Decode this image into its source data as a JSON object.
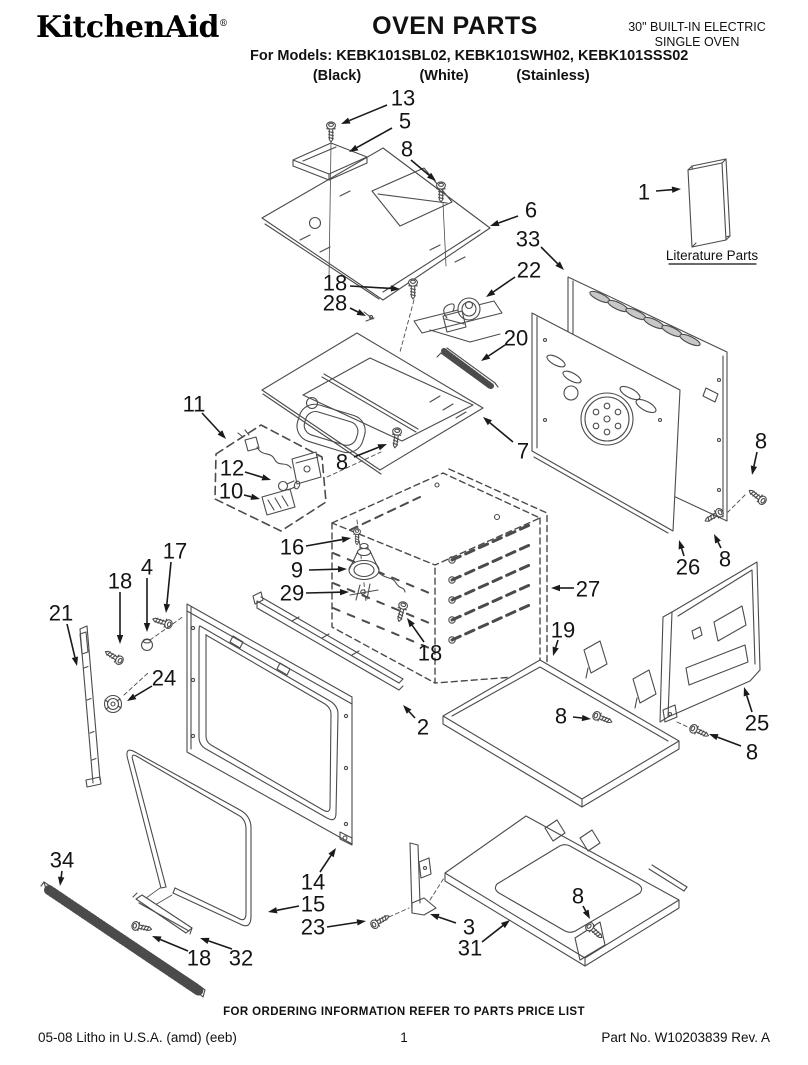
{
  "header": {
    "brand": "KitchenAid",
    "brand_reg": "®",
    "title": "OVEN PARTS",
    "models_line": "For Models: KEBK101SBL02, KEBK101SWH02, KEBK101SSS02",
    "finishes": [
      "(Black)",
      "(White)",
      "(Stainless)"
    ],
    "product_line1": "30\" BUILT-IN ELECTRIC",
    "product_line2": "SINGLE OVEN"
  },
  "diagram": {
    "literature_label": "Literature Parts",
    "line_color": "#4b4b4b",
    "callout_color": "#1a1a1a",
    "callouts": [
      {
        "t": "13",
        "l": [
          403,
          98
        ],
        "a": [
          387,
          105
        ],
        "p": [
          341,
          124
        ]
      },
      {
        "t": "5",
        "l": [
          405,
          121
        ],
        "a": [
          392,
          128
        ],
        "p": [
          349,
          152
        ]
      },
      {
        "t": "8",
        "l": [
          407,
          149
        ],
        "a": [
          411,
          160
        ],
        "p": [
          436,
          181
        ]
      },
      {
        "t": "6",
        "l": [
          531,
          210
        ],
        "a": [
          518,
          216
        ],
        "p": [
          490,
          226
        ]
      },
      {
        "t": "33",
        "l": [
          528,
          239
        ],
        "a": [
          541,
          247
        ],
        "p": [
          564,
          270
        ]
      },
      {
        "t": "22",
        "l": [
          529,
          270
        ],
        "a": [
          515,
          277
        ],
        "p": [
          486,
          297
        ]
      },
      {
        "t": "18",
        "l": [
          335,
          283
        ],
        "a": [
          350,
          286
        ],
        "p": [
          400,
          289
        ]
      },
      {
        "t": "28",
        "l": [
          335,
          303
        ],
        "a": [
          350,
          308
        ],
        "p": [
          366,
          316
        ]
      },
      {
        "t": "20",
        "l": [
          516,
          338
        ],
        "a": [
          505,
          345
        ],
        "p": [
          481,
          361
        ]
      },
      {
        "t": "1",
        "l": [
          644,
          192
        ],
        "a": [
          656,
          191
        ],
        "p": [
          681,
          189
        ]
      },
      {
        "t": "7",
        "l": [
          523,
          451
        ],
        "a": [
          513,
          442
        ],
        "p": [
          483,
          417
        ]
      },
      {
        "t": "8",
        "l": [
          342,
          462
        ],
        "a": [
          354,
          457
        ],
        "p": [
          387,
          444
        ]
      },
      {
        "t": "11",
        "l": [
          194,
          404
        ],
        "a": [
          202,
          413
        ],
        "p": [
          226,
          439
        ]
      },
      {
        "t": "12",
        "l": [
          232,
          468
        ],
        "a": [
          245,
          472
        ],
        "p": [
          271,
          480
        ]
      },
      {
        "t": "10",
        "l": [
          231,
          491
        ],
        "a": [
          244,
          495
        ],
        "p": [
          260,
          499
        ]
      },
      {
        "t": "16",
        "l": [
          292,
          547
        ],
        "a": [
          306,
          546
        ],
        "p": [
          351,
          538
        ]
      },
      {
        "t": "9",
        "l": [
          297,
          570
        ],
        "a": [
          309,
          570
        ],
        "p": [
          347,
          569
        ]
      },
      {
        "t": "29",
        "l": [
          292,
          593
        ],
        "a": [
          306,
          593
        ],
        "p": [
          349,
          592
        ]
      },
      {
        "t": "18",
        "l": [
          430,
          653
        ],
        "a": [
          424,
          642
        ],
        "p": [
          407,
          618
        ]
      },
      {
        "t": "27",
        "l": [
          588,
          589
        ],
        "a": [
          574,
          588
        ],
        "p": [
          551,
          588
        ]
      },
      {
        "t": "19",
        "l": [
          563,
          630
        ],
        "a": [
          558,
          640
        ],
        "p": [
          553,
          656
        ]
      },
      {
        "t": "17",
        "l": [
          175,
          551
        ],
        "a": [
          171,
          562
        ],
        "p": [
          166,
          613
        ]
      },
      {
        "t": "4",
        "l": [
          147,
          567
        ],
        "a": [
          147,
          578
        ],
        "p": [
          147,
          632
        ]
      },
      {
        "t": "18",
        "l": [
          120,
          581
        ],
        "a": [
          120,
          592
        ],
        "p": [
          120,
          644
        ]
      },
      {
        "t": "21",
        "l": [
          61,
          613
        ],
        "a": [
          67,
          624
        ],
        "p": [
          77,
          666
        ]
      },
      {
        "t": "24",
        "l": [
          164,
          678
        ],
        "a": [
          152,
          686
        ],
        "p": [
          127,
          701
        ]
      },
      {
        "t": "26",
        "l": [
          688,
          567
        ],
        "a": [
          684,
          556
        ],
        "p": [
          679,
          540
        ]
      },
      {
        "t": "8",
        "l": [
          725,
          559
        ],
        "a": [
          721,
          548
        ],
        "p": [
          714,
          534
        ]
      },
      {
        "t": "8",
        "l": [
          761,
          441
        ],
        "a": [
          757,
          452
        ],
        "p": [
          752,
          475
        ]
      },
      {
        "t": "2",
        "l": [
          423,
          727
        ],
        "a": [
          415,
          718
        ],
        "p": [
          403,
          705
        ]
      },
      {
        "t": "25",
        "l": [
          757,
          723
        ],
        "a": [
          752,
          712
        ],
        "p": [
          744,
          687
        ]
      },
      {
        "t": "8",
        "l": [
          752,
          752
        ],
        "a": [
          741,
          746
        ],
        "p": [
          709,
          734
        ]
      },
      {
        "t": "8",
        "l": [
          561,
          716
        ],
        "a": [
          573,
          717
        ],
        "p": [
          591,
          719
        ]
      },
      {
        "t": "14",
        "l": [
          313,
          882
        ],
        "a": [
          320,
          872
        ],
        "p": [
          336,
          848
        ]
      },
      {
        "t": "15",
        "l": [
          313,
          904
        ],
        "a": [
          299,
          906
        ],
        "p": [
          268,
          912
        ]
      },
      {
        "t": "23",
        "l": [
          313,
          927
        ],
        "a": [
          327,
          927
        ],
        "p": [
          366,
          921
        ]
      },
      {
        "t": "34",
        "l": [
          62,
          860
        ],
        "a": [
          62,
          871
        ],
        "p": [
          60,
          886
        ]
      },
      {
        "t": "18",
        "l": [
          199,
          958
        ],
        "a": [
          188,
          951
        ],
        "p": [
          152,
          936
        ]
      },
      {
        "t": "32",
        "l": [
          241,
          958
        ],
        "a": [
          232,
          949
        ],
        "p": [
          200,
          938
        ]
      },
      {
        "t": "3",
        "l": [
          469,
          927
        ],
        "a": [
          456,
          923
        ],
        "p": [
          430,
          914
        ]
      },
      {
        "t": "31",
        "l": [
          470,
          948
        ],
        "a": [
          482,
          942
        ],
        "p": [
          510,
          920
        ]
      },
      {
        "t": "8",
        "l": [
          578,
          896
        ],
        "a": [
          583,
          906
        ],
        "p": [
          590,
          919
        ]
      }
    ]
  },
  "footer": {
    "ordering_note": "FOR ORDERING INFORMATION REFER TO PARTS PRICE LIST",
    "litho_info": "05-08 Litho in U.S.A. (amd) (eeb)",
    "page_number": "1",
    "part_number": "Part No. W10203839 Rev. A"
  }
}
